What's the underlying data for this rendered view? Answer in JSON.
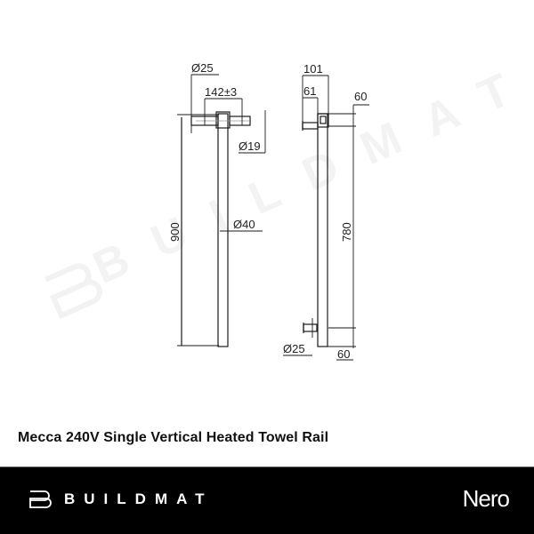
{
  "product": {
    "title": "Mecca 240V Single Vertical Heated Towel Rail"
  },
  "drawing": {
    "front_view": {
      "dim_bracket_diameter": "Ø25",
      "dim_projection": "142±3",
      "dim_bar_diameter": "Ø19",
      "dim_tube_diameter": "Ø40",
      "dim_overall_height": "900"
    },
    "side_view": {
      "dim_overall_depth": "101",
      "dim_bracket_depth": "61",
      "dim_top_offset": "60",
      "dim_bracket_centres": "780",
      "dim_bottom_bracket_diameter": "Ø25",
      "dim_bottom_offset": "60"
    },
    "line_color": "#1a1a1a"
  },
  "watermark": {
    "text": "BUILDMAT",
    "color": "#f4f4f4"
  },
  "footer": {
    "logo_text": "BUILDMAT",
    "brand": "Nero",
    "background": "#000000",
    "foreground": "#ffffff"
  }
}
